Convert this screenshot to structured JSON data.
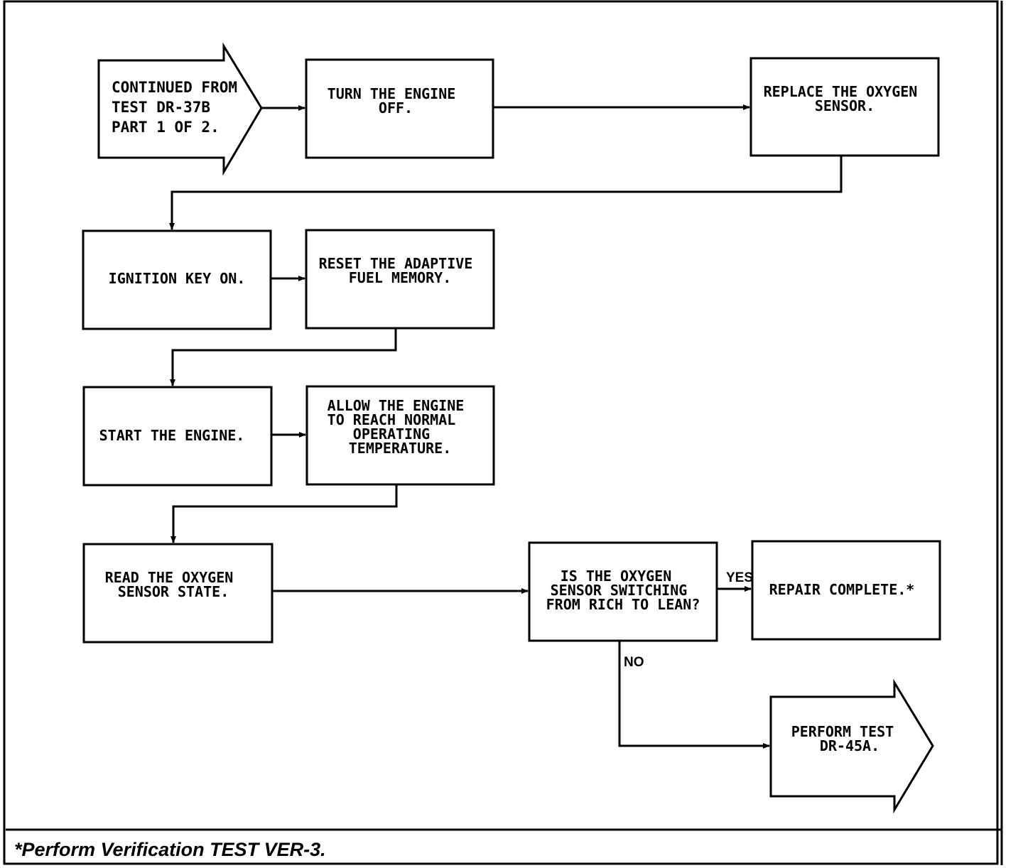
{
  "nodes": {
    "continued_from": [
      "CONTINUED FROM",
      "TEST DR-37B",
      "PART 1 OF 2."
    ],
    "turn_engine_off": [
      "TURN THE ENGINE",
      "OFF."
    ],
    "replace_oxygen_sensor": [
      "REPLACE THE OXYGEN",
      "SENSOR."
    ],
    "ignition_key_on": [
      "IGNITION KEY ON."
    ],
    "reset_adaptive_fuel_memory": [
      "RESET THE ADAPTIVE",
      "FUEL MEMORY."
    ],
    "start_engine": [
      "START THE ENGINE."
    ],
    "allow_engine_warm": [
      "ALLOW THE ENGINE",
      "TO REACH NORMAL",
      "OPERATING",
      "TEMPERATURE."
    ],
    "read_oxygen_sensor_state": [
      "READ THE OXYGEN",
      "SENSOR STATE."
    ],
    "is_sensor_switching": [
      "IS THE OXYGEN",
      "SENSOR SWITCHING",
      "FROM RICH TO LEAN?"
    ],
    "repair_complete": [
      "REPAIR COMPLETE.*"
    ],
    "perform_test_dr45a": [
      "PERFORM TEST",
      "DR-45A."
    ]
  },
  "edge_labels": {
    "yes": "YES",
    "no": "NO"
  },
  "footer": {
    "note": "*Perform Verification TEST VER-3."
  }
}
